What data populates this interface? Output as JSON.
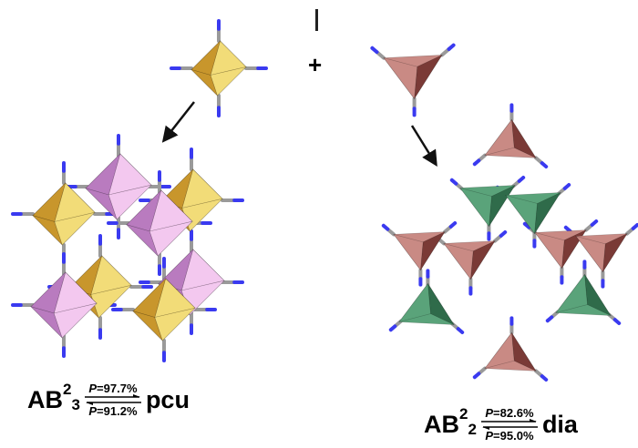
{
  "top": {
    "plus_sign": "+",
    "separator": "|"
  },
  "left_formula": {
    "base": "AB",
    "sup": "2",
    "sub": "3",
    "forward": {
      "var": "P",
      "value": "=97.7%"
    },
    "backward": {
      "var": "P",
      "value": "=91.2%"
    },
    "net": "pcu"
  },
  "right_formula": {
    "base": "AB",
    "sup": "2",
    "sub": "2",
    "forward": {
      "var": "P",
      "value": "=82.6%"
    },
    "backward": {
      "var": "P",
      "value": "=95.0%"
    },
    "net": "dia"
  },
  "colors": {
    "octahedron_gold": "#c8962c",
    "octahedron_light_gold": "#f2dc78",
    "octahedron_pink": "#b97bbf",
    "octahedron_light_pink": "#f3c8ef",
    "tetrahedron_red": "#c98a84",
    "tetrahedron_dark_red": "#7a3a36",
    "tetrahedron_green": "#5aa37a",
    "tetrahedron_dark_green": "#2f6b4a",
    "linker_gray": "#9a9a9a",
    "linker_blue": "#3a3af0"
  }
}
